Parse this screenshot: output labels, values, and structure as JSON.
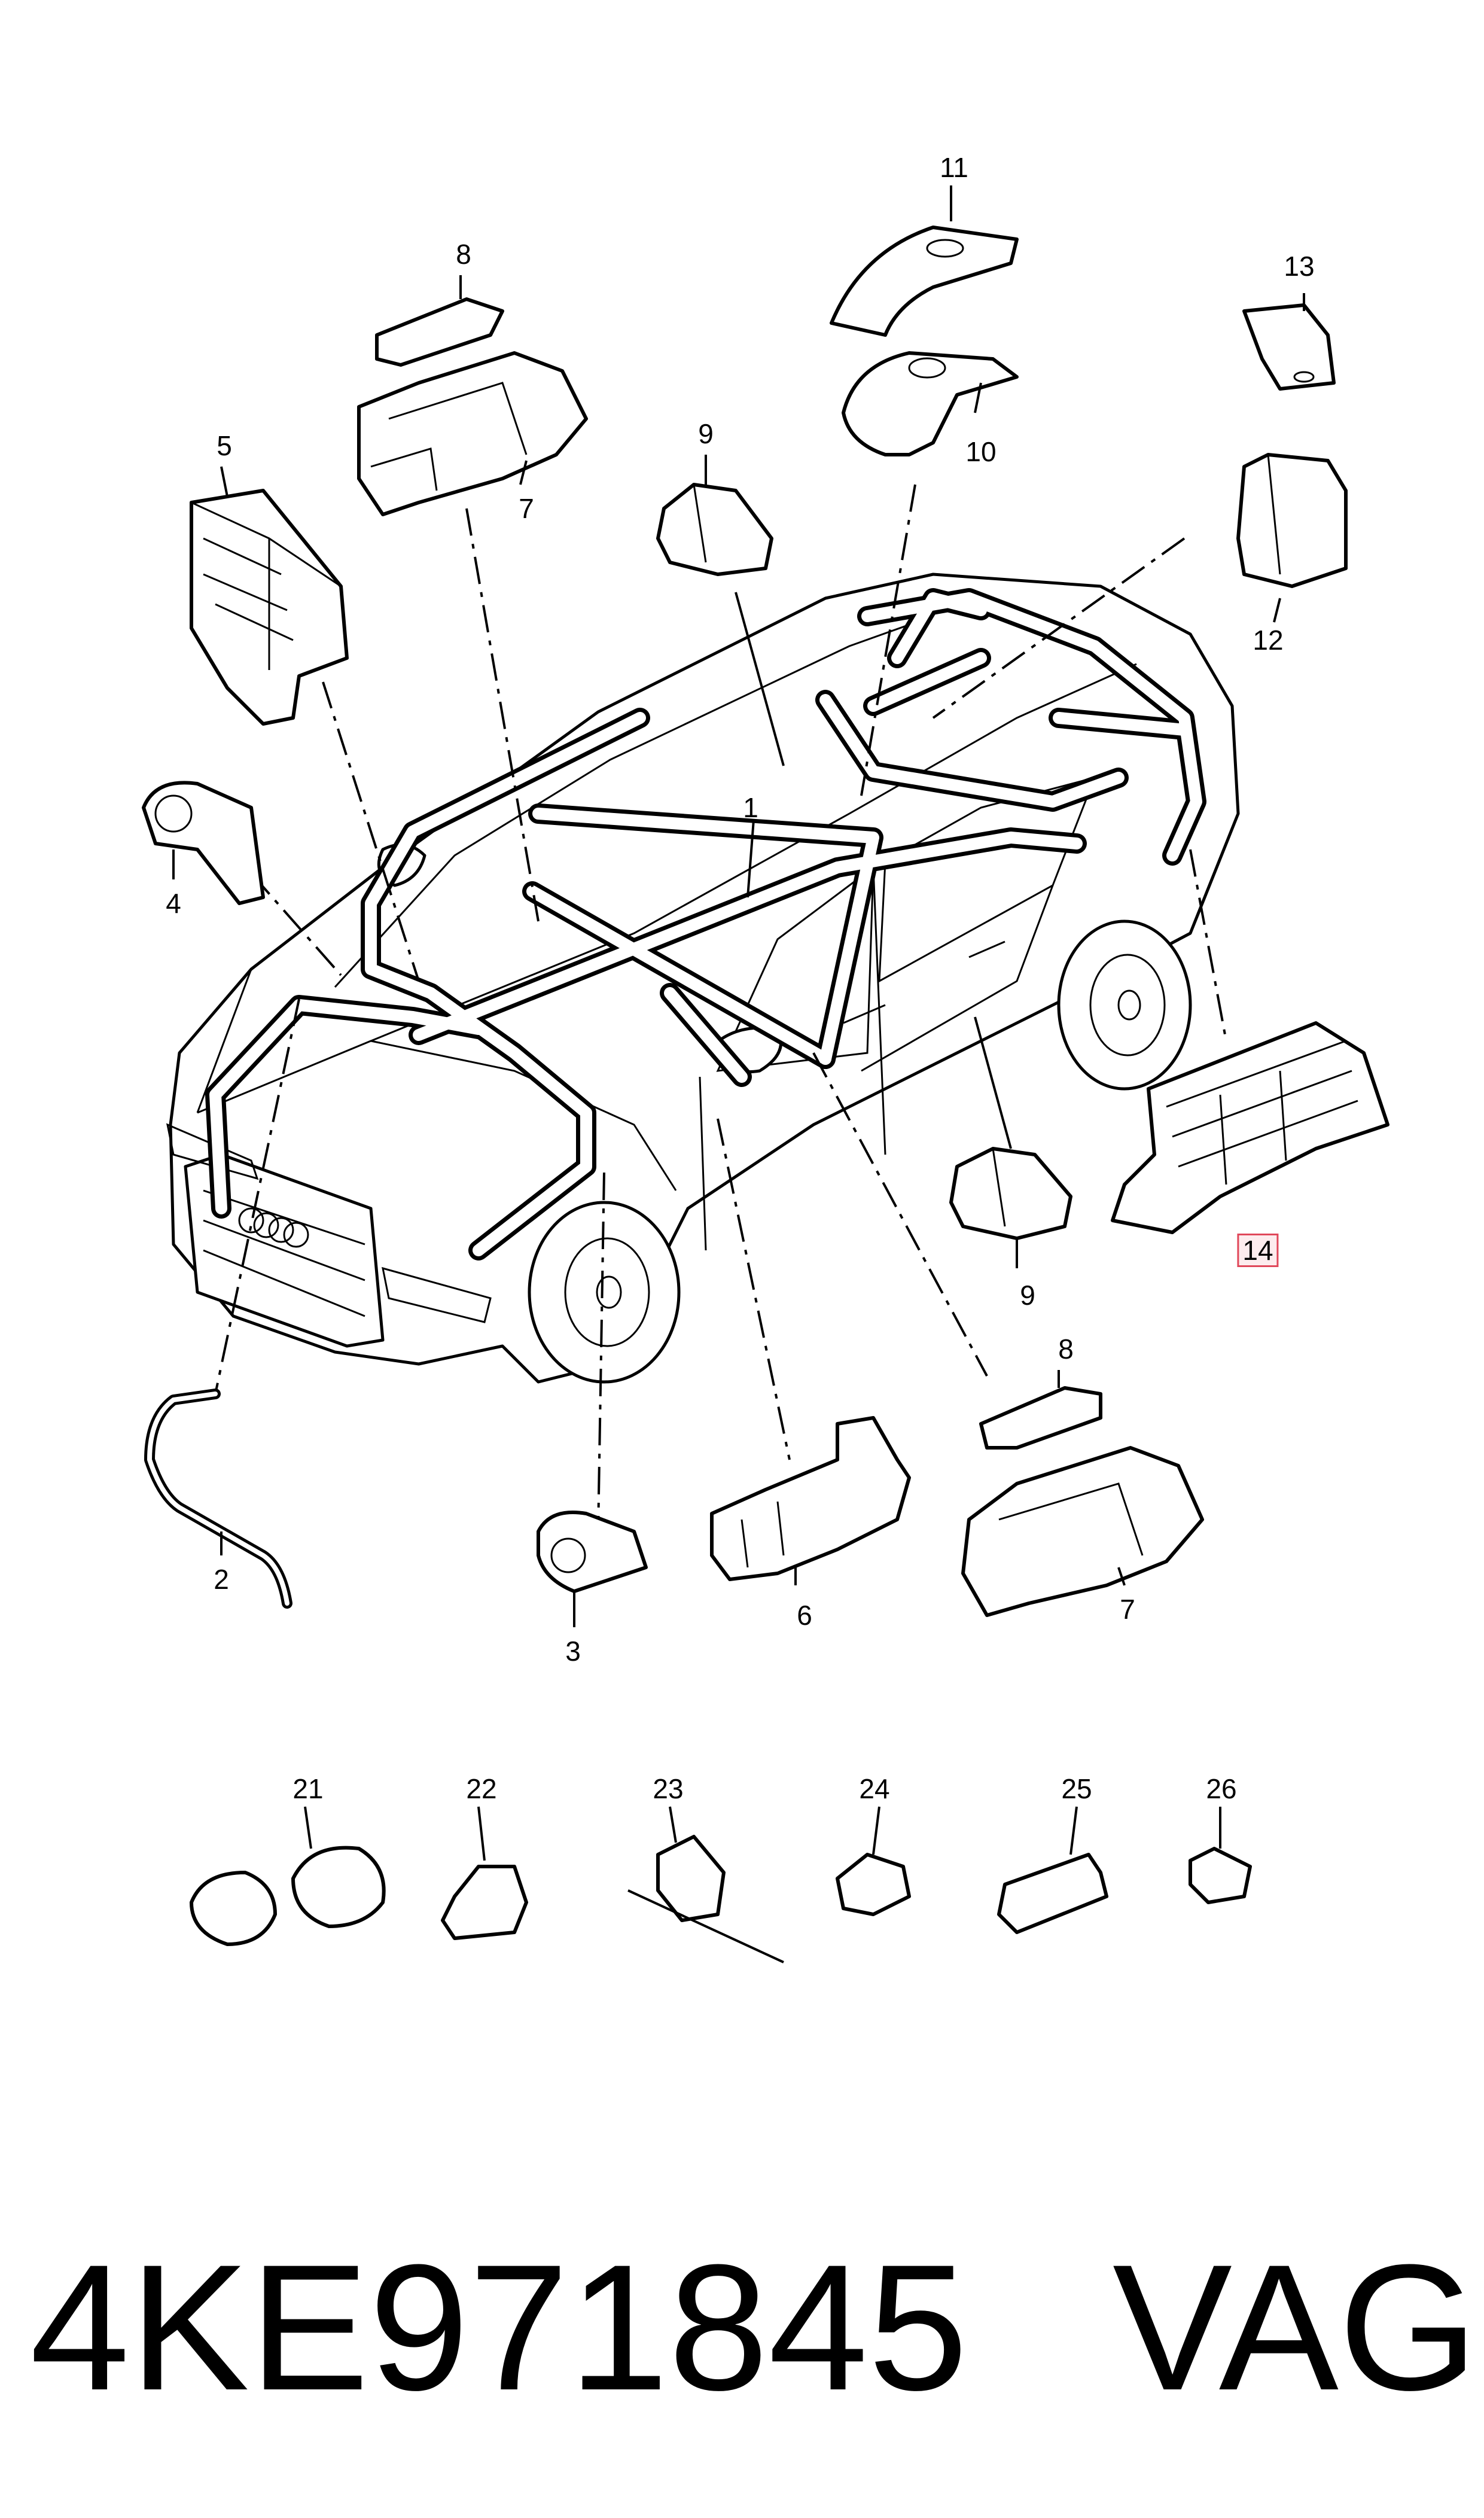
{
  "callouts": {
    "p1": "1",
    "p2": "2",
    "p3": "3",
    "p4": "4",
    "p5": "5",
    "p6": "6",
    "p7a": "7",
    "p7b": "7",
    "p8a": "8",
    "p8b": "8",
    "p9a": "9",
    "p9b": "9",
    "p10": "10",
    "p11": "11",
    "p12": "12",
    "p13": "13",
    "p14": "14",
    "p21": "21",
    "p22": "22",
    "p23": "23",
    "p24": "24",
    "p25": "25",
    "p26": "26"
  },
  "part_number": "4KE971845",
  "brand": "VAG",
  "highlight_color": "#e0475a"
}
